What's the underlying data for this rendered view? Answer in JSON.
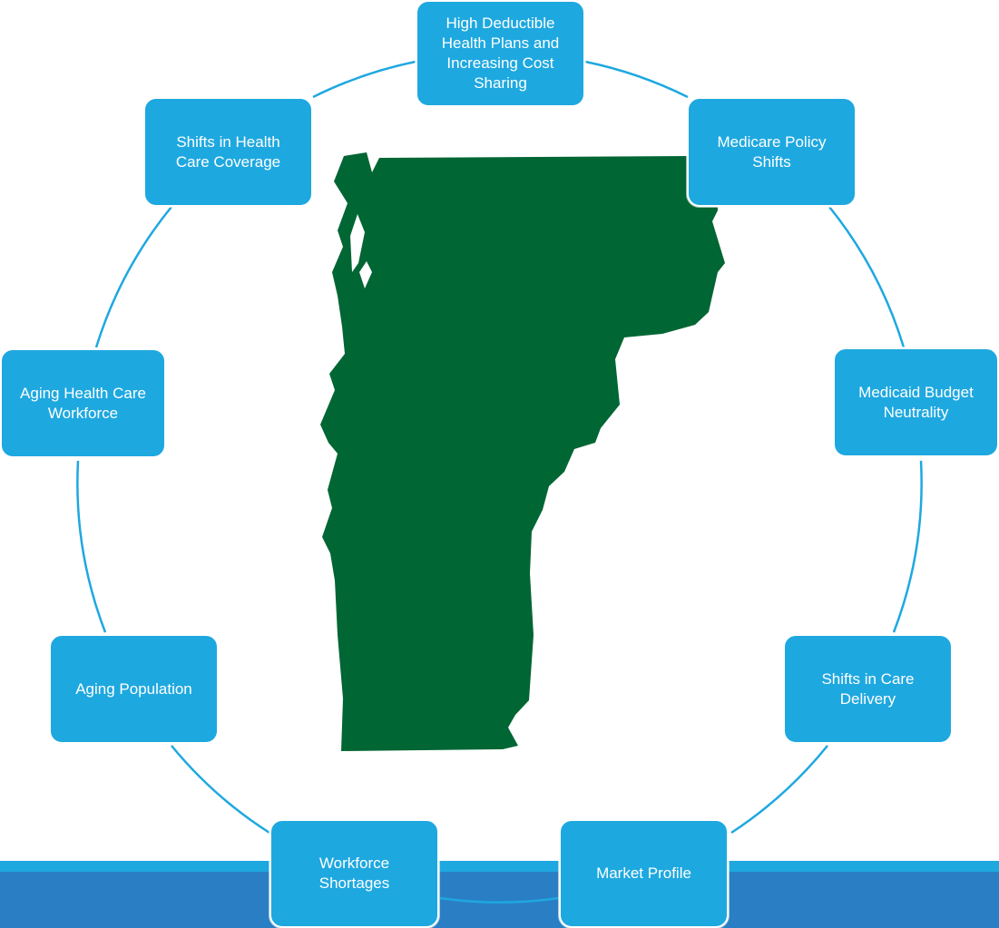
{
  "colors": {
    "node_fill": "#1ea8e0",
    "node_text": "#ffffff",
    "ring_line": "#1ea8e0",
    "map_fill": "#006633",
    "band_light": "#1ea8e0",
    "band_dark": "#2a7fc4"
  },
  "center_image": {
    "name": "vermont-state-map",
    "description_icon": "map-silhouette"
  },
  "nodes": [
    {
      "id": "hdhp",
      "label": "High Deductible\nHealth Plans and\nIncreasing Cost\nSharing"
    },
    {
      "id": "medicare",
      "label": "Medicare Policy\nShifts"
    },
    {
      "id": "medicaid",
      "label": "Medicaid Budget\nNeutrality"
    },
    {
      "id": "care-delivery",
      "label": "Shifts in Care\nDelivery"
    },
    {
      "id": "market",
      "label": "Market Profile"
    },
    {
      "id": "workforce-short",
      "label": "Workforce\nShortages"
    },
    {
      "id": "aging-pop",
      "label": "Aging Population"
    },
    {
      "id": "aging-workforce",
      "label": "Aging Health Care\nWorkforce"
    },
    {
      "id": "coverage",
      "label": "Shifts in Health\nCare Coverage"
    }
  ]
}
